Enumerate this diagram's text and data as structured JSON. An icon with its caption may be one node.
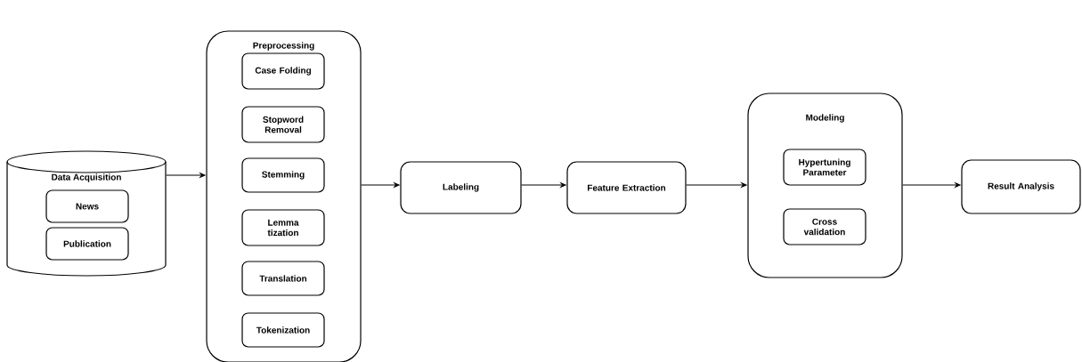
{
  "diagram": {
    "nodes": [
      {
        "text": [
          "Data Acquisition"
        ]
      },
      {
        "text": [
          "News"
        ],
        "in": 0
      },
      {
        "text": [
          "Publication"
        ],
        "in": 0
      },
      {
        "text": [
          "Preprocessing"
        ]
      },
      {
        "text": [
          "Case Folding"
        ],
        "in": 3
      },
      {
        "text": [
          "Stopword Removal"
        ],
        "in": 3
      },
      {
        "text": [
          "Stemming"
        ],
        "in": 3
      },
      {
        "text": [
          "Lemma tization"
        ],
        "in": 3
      },
      {
        "text": [
          "Translation"
        ],
        "in": 3
      },
      {
        "text": [
          "Tokenization"
        ],
        "in": 3
      },
      {
        "text": [
          "Labeling"
        ]
      },
      {
        "text": [
          "Feature Extraction"
        ]
      },
      {
        "text": [
          "Modeling"
        ]
      },
      {
        "text": [
          "Hypertuning Parameter"
        ],
        "in": 12
      },
      {
        "text": [
          "Cross validation"
        ],
        "in": 12
      },
      {
        "text": [
          "Result Analysis"
        ]
      }
    ],
    "edges": [
      {
        "from": 0,
        "to": 3,
        "arrow": "to"
      },
      {
        "from": 3,
        "to": 10,
        "arrow": "to"
      },
      {
        "from": 10,
        "to": 11,
        "arrow": "to"
      },
      {
        "from": 11,
        "to": 12,
        "arrow": "to"
      },
      {
        "from": 12,
        "to": 15,
        "arrow": "to"
      }
    ]
  }
}
